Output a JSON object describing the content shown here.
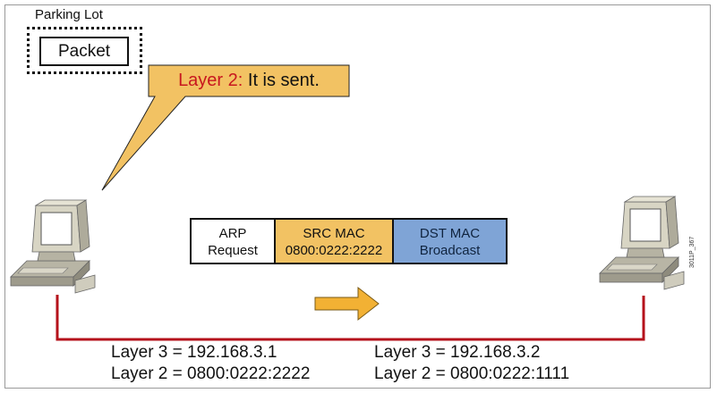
{
  "parking_lot": {
    "title": "Parking Lot",
    "packet_label": "Packet"
  },
  "callout": {
    "prefix": "Layer 2:",
    "text": " It is sent.",
    "prefix_color": "#c8171f",
    "fill_color": "#f2c263"
  },
  "arp_frame": {
    "fields": [
      {
        "line1": "ARP",
        "line2": "Request",
        "color": "#ffffff"
      },
      {
        "line1": "SRC MAC",
        "line2": "0800:0222:2222",
        "color": "#f2c263"
      },
      {
        "line1": "DST MAC",
        "line2": "Broadcast",
        "color": "#7fa4d6"
      }
    ]
  },
  "direction_arrow": {
    "direction": "right",
    "color": "#f2b134"
  },
  "hosts": [
    {
      "icon": "desktop-computer-icon",
      "layer3": "Layer 3 = 192.168.3.1",
      "layer2": "Layer 2 = 0800:0222:2222"
    },
    {
      "icon": "desktop-computer-icon",
      "layer3": "Layer 3 = 192.168.3.2",
      "layer2": "Layer 2 = 0800:0222:1111"
    }
  ],
  "network_link": {
    "color": "#b5121b"
  },
  "figure_code": "3011P_367"
}
